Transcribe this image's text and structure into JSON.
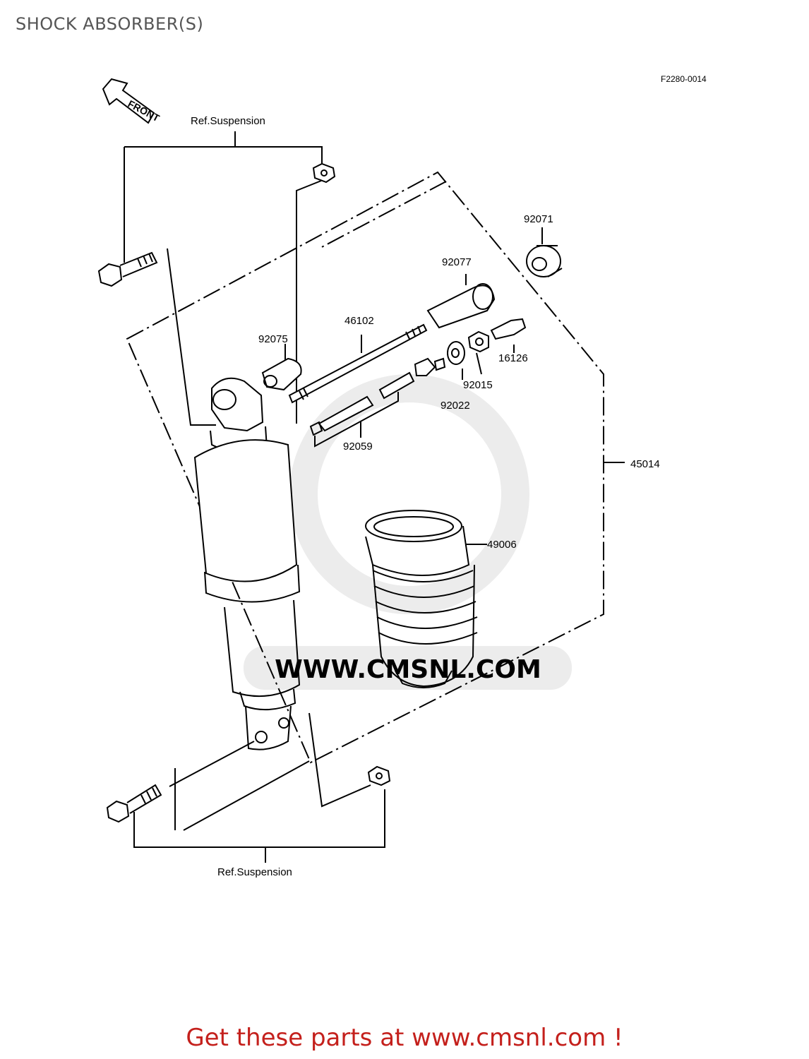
{
  "page": {
    "title": "SHOCK ABSORBER(S)",
    "diagram_code": "F2280-0014",
    "front_label": "FRONT",
    "ref_top": "Ref.Suspension",
    "ref_bottom": "Ref.Suspension",
    "cta": "Get these parts at www.cmsnl.com !",
    "watermark_text": "WWW.CMSNL.COM"
  },
  "parts": [
    {
      "number": "92071"
    },
    {
      "number": "92077"
    },
    {
      "number": "46102"
    },
    {
      "number": "92075"
    },
    {
      "number": "16126"
    },
    {
      "number": "92015"
    },
    {
      "number": "92022"
    },
    {
      "number": "92059"
    },
    {
      "number": "45014"
    },
    {
      "number": "49006"
    }
  ],
  "colors": {
    "title": "#555555",
    "cta": "#c4201c",
    "lines": "#000000",
    "watermark": "#e8e8e8"
  }
}
